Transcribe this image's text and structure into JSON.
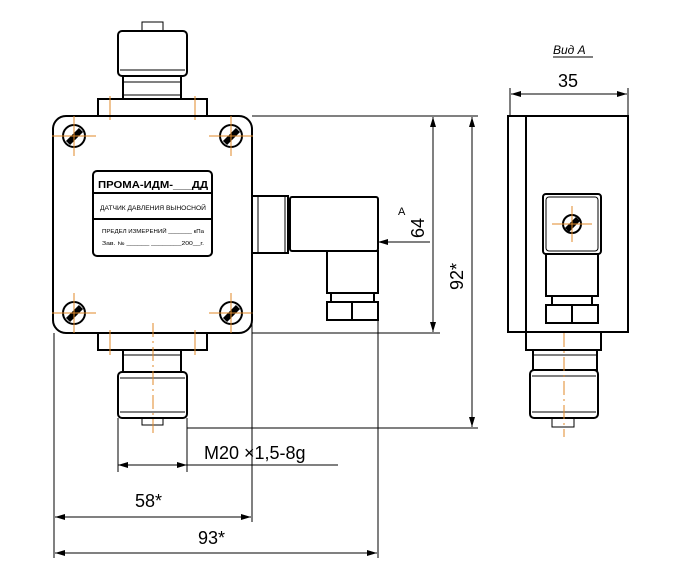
{
  "nameplate": {
    "model": "ПРОМА-ИДМ-___ДД",
    "description": "ДАТЧИК ДАВЛЕНИЯ ВЫНОСНОЙ",
    "range_line": "ПРЕДЕЛ ИЗМЕРЕНИЙ _______ кПа",
    "serial_line": "Зав. № ______          ________200__г."
  },
  "view_label": "Вид А",
  "view_marker": "А",
  "dimensions": {
    "side_width": "35",
    "connector_height": "64",
    "total_height": "92*",
    "thread": "M20 ×1,5-8g",
    "body_width": "58*",
    "total_width": "93*"
  },
  "colors": {
    "line": "#000000",
    "centerline": "#e08a2a"
  }
}
